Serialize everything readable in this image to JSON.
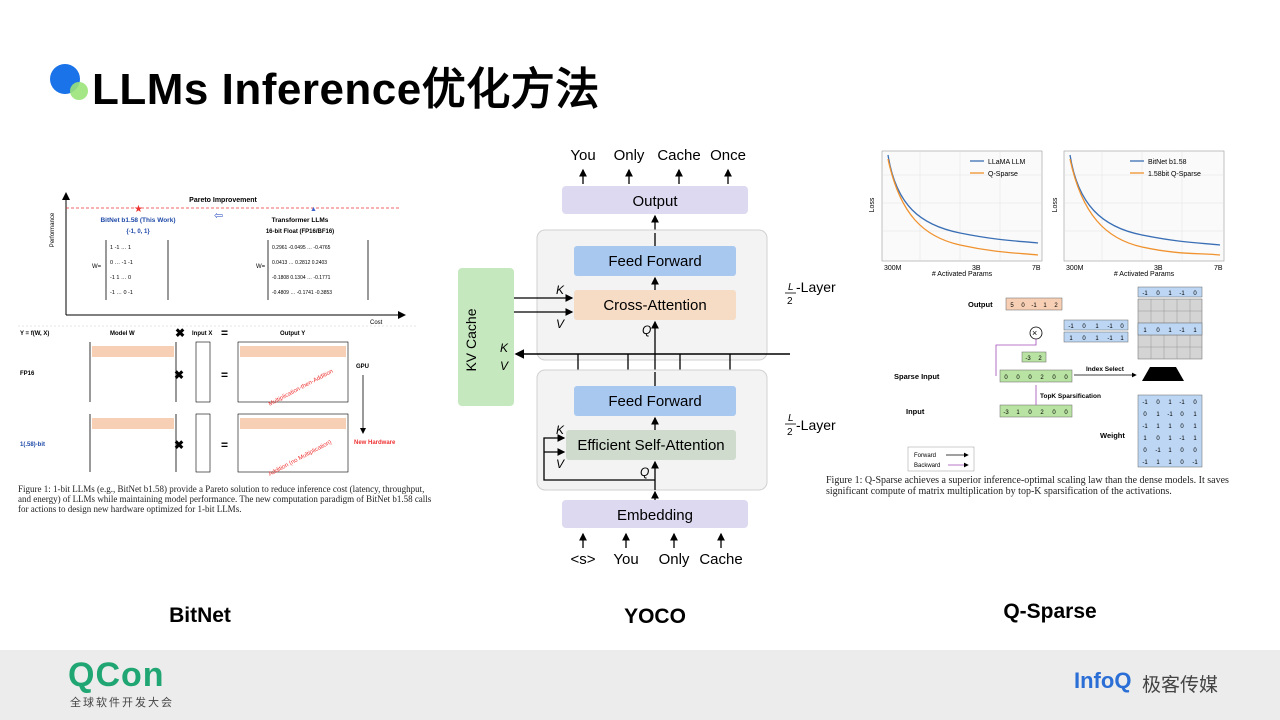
{
  "slide": {
    "title": "LLMs Inference优化方法"
  },
  "bitnet": {
    "label": "BitNet",
    "axis_y": "Performance",
    "axis_x": "Cost",
    "pareto": "Pareto Improvement",
    "this_work": "BitNet b1.58 (This Work)",
    "this_work_values": "{-1, 0, 1}",
    "transformer": "Transformer LLMs",
    "transformer_sub": "16-bit Float (FP16/BF16)",
    "w_label": "W=",
    "ternary_rows": [
      "1   -1   …   1",
      "0   …   -1   -1",
      "-1   1   …   0",
      "-1   …   0   -1"
    ],
    "fp_rows": [
      "0.2961  -0.0495   …   -0.4765",
      "0.0413   …   0.2812  0.2403",
      "-0.1808  0.1304   …   -0.1771",
      "-0.4809   …   -0.1741  -0.3853"
    ],
    "eq_header": "Y = f(W, X)",
    "model_w": "Model W",
    "input_x": "Input X",
    "output_y": "Output Y",
    "fp16": "FP16",
    "bit158": "1(.58)-bit",
    "gpu": "GPU",
    "new_hw": "New Hardware",
    "mult_add": "Multiplication-then-Addition",
    "add_only": "Addition (no Multiplication)",
    "caption": "Figure 1: 1-bit LLMs (e.g., BitNet b1.58) provide a Pareto solution to reduce inference cost (latency, throughput, and energy) of LLMs while maintaining model performance. The new computation paradigm of BitNet b1.58 calls for actions to design new hardware optimized for 1-bit LLMs."
  },
  "yoco": {
    "label": "YOCO",
    "top_tokens": [
      "You",
      "Only",
      "Cache",
      "Once"
    ],
    "bottom_tokens": [
      "<s>",
      "You",
      "Only",
      "Cache"
    ],
    "output": "Output",
    "embedding": "Embedding",
    "feed_forward": "Feed Forward",
    "cross_attention": "Cross-Attention",
    "self_attention": "Efficient Self-Attention",
    "kv_cache": "KV Cache",
    "k": "K",
    "v": "V",
    "q": "Q",
    "layer": "-Layer",
    "frac_num": "L",
    "frac_den": "2",
    "colors": {
      "output": "#dcd9f0",
      "ff": "#a9c8f0",
      "cross": "#f6dcc4",
      "self": "#cfdccd",
      "kv": "#c6e8bf",
      "block": "#f3f3f3"
    }
  },
  "qsparse": {
    "label": "Q-Sparse",
    "loss": "Loss",
    "xlabel": "# Activated Params",
    "ticks_left": [
      "300M",
      "3B",
      "7B"
    ],
    "ticks_right": [
      "300M",
      "3B",
      "7B"
    ],
    "legend_left": [
      "LLaMA LLM",
      "Q-Sparse"
    ],
    "legend_right": [
      "BitNet b1.58",
      "1.58bit Q-Sparse"
    ],
    "output": "Output",
    "output_vals": [
      "5",
      "0",
      "-1",
      "1",
      "2"
    ],
    "sparse_input": "Sparse Input",
    "input": "Input",
    "topk": "TopK Sparsification",
    "index_select": "Index Select",
    "weight": "Weight",
    "forward": "Forward",
    "backward": "Backward",
    "sparse_vals": [
      "0",
      "0",
      "0",
      "2",
      "0",
      "0"
    ],
    "input_vals": [
      "-3",
      "1",
      "0",
      "2",
      "0",
      "0"
    ],
    "mid_vals": [
      "-1",
      "0",
      "1",
      "-1",
      "0"
    ],
    "mid_vals2": [
      "1",
      "0",
      "1",
      "-1",
      "1"
    ],
    "small_vals": [
      "-3",
      "2"
    ],
    "weight_rows": [
      [
        "-1",
        "0",
        "1",
        "-1",
        "0"
      ],
      [
        "0",
        "1",
        "-1",
        "0",
        "1"
      ],
      [
        "-1",
        "1",
        "1",
        "0",
        "1"
      ],
      [
        "1",
        "0",
        "1",
        "-1",
        "1"
      ],
      [
        "0",
        "-1",
        "1",
        "0",
        "0"
      ],
      [
        "-1",
        "1",
        "1",
        "0",
        "-1"
      ]
    ],
    "top_row": [
      "-1",
      "0",
      "1",
      "-1",
      "0"
    ],
    "mid_row": [
      "1",
      "0",
      "1",
      "-1",
      "1"
    ],
    "caption": "Figure 1: Q-Sparse achieves a superior inference-optimal scaling law than the dense models. It saves significant compute of matrix multiplication by top-K sparsification of the activations."
  },
  "footer": {
    "qcon": "QCon",
    "qcon_sub": "全球软件开发大会",
    "infoq": "InfoQ",
    "infoq_sub": "极客传媒"
  }
}
